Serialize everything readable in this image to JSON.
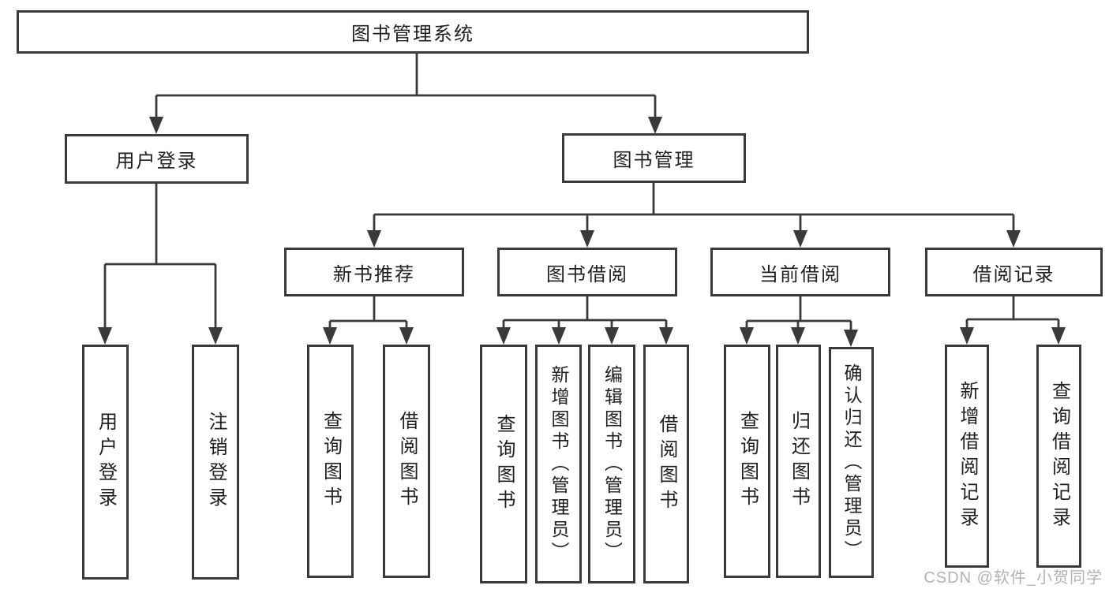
{
  "diagram": {
    "title": "图书管理系统",
    "children": [
      {
        "label": "用户登录",
        "children": [
          {
            "label": "用户登录"
          },
          {
            "label": "注销登录"
          }
        ]
      },
      {
        "label": "图书管理",
        "children": [
          {
            "label": "新书推荐",
            "children": [
              {
                "label": "查询图书"
              },
              {
                "label": "借阅图书"
              }
            ]
          },
          {
            "label": "图书借阅",
            "children": [
              {
                "label": "查询图书"
              },
              {
                "label": "新增图书（管理员）"
              },
              {
                "label": "编辑图书（管理员）"
              },
              {
                "label": "借阅图书"
              }
            ]
          },
          {
            "label": "当前借阅",
            "children": [
              {
                "label": "查询图书"
              },
              {
                "label": "归还图书"
              },
              {
                "label": "确认归还（管理员）"
              }
            ]
          },
          {
            "label": "借阅记录",
            "children": [
              {
                "label": "新增借阅记录"
              },
              {
                "label": "查询借阅记录"
              }
            ]
          }
        ]
      }
    ]
  },
  "watermark": {
    "text": "CSDN @软件_小贺同学"
  },
  "colors": {
    "line": "#3a3a3a",
    "text": "#1f1f1f",
    "watermark": "#b3b3b3",
    "background": "#ffffff"
  }
}
